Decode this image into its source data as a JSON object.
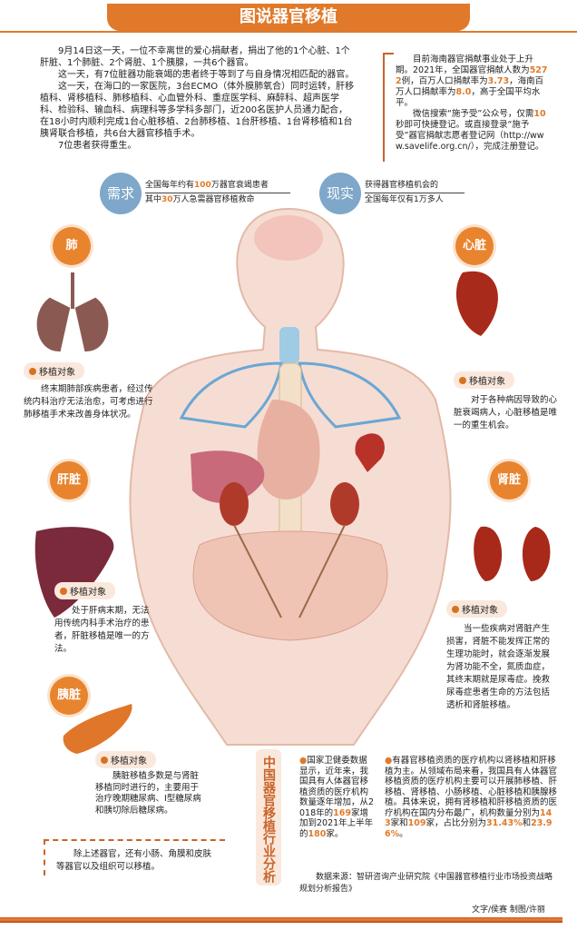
{
  "title": "图说器官移植",
  "intro": [
    "9月14日这一天，一位不幸离世的爱心捐献者，捐出了他的1个心脏、1个肝脏、1个肺脏、2个肾脏、1个胰腺，一共6个器官。",
    "这一天，有7位脏器功能衰竭的患者终于等到了与自身情况相匹配的器官。",
    "这一天，在海口的一家医院，3台ECMO（体外膜肺氧合）同时运转，肝移植科、肾移植科、肺移植科、心血管外科、重症医学科、麻醉科、超声医学科、检验科、输血科、病理科等多学科多部门，近200名医护人员通力配合，在18小时内顺利完成1台心脏移植、2台肺移植、1台肝移植、1台肾移植和1台胰肾联合移植，共6台大器官移植手术。",
    "7位患者获得重生。"
  ],
  "right_note": {
    "p1_a": "目前海南器官捐献事业处于上升期。2021年，全国器官捐献人数为",
    "p1_n1": "5272",
    "p1_b": "例，百万人口捐献率为",
    "p1_n2": "3.73",
    "p1_c": "，海南百万人口捐献率为",
    "p1_n3": "8.0",
    "p1_d": "，高于全国平均水平。",
    "p2_a": "微信搜索“施予受”公众号，仅需",
    "p2_n": "10",
    "p2_b": "秒即可快捷登记。或直接登录“施予受”器官捐献志愿者登记网（http://www.savelife.org.cn/），完成注册登记。"
  },
  "demand": {
    "label": "需求",
    "l1_a": "全国每年约有",
    "l1_n": "100",
    "l1_b": "万器官衰竭患者",
    "l2_a": "其中",
    "l2_n": "30",
    "l2_b": "万人急需器官移植救命"
  },
  "reality": {
    "label": "现实",
    "l1": "获得器官移植机会的",
    "l2": "全国每年仅有1万多人"
  },
  "organs": {
    "lung": {
      "name": "肺",
      "tag": "移植对象",
      "desc": "终末期肺部疾病患者，经过传统内科治疗无法治愈，可考虑进行肺移植手术来改善身体状况。"
    },
    "heart": {
      "name": "心脏",
      "tag": "移植对象",
      "desc": "对于各种病因导致的心脏衰竭病人，心脏移植是唯一的重生机会。"
    },
    "liver": {
      "name": "肝脏",
      "tag": "移植对象",
      "desc": "处于肝病末期，无法用传统内科手术治疗的患者，肝脏移植是唯一的方法。"
    },
    "kidney": {
      "name": "肾脏",
      "tag": "移植对象",
      "desc": "当一些疾病对肾脏产生损害，肾脏不能发挥正常的生理功能时，就会逐渐发展为肾功能不全，氮质血症，其终末期就是尿毒症。挽救尿毒症患者生命的方法包括透析和肾脏移植。"
    },
    "pancreas": {
      "name": "胰脏",
      "tag": "移植对象",
      "desc": "胰脏移植多数是与肾脏移植同时进行的，主要用于治疗晚期糖尿病、I型糖尿病和胰切除后糖尿病。"
    }
  },
  "other_note": "除上述器官，还有小肠、角膜和皮肤等器官以及组织可以移植。",
  "analysis": {
    "title": "中国器官移植行业分析",
    "c1_a": "国家卫健委数据显示，近年来，我国具有人体器官移植资质的医疗机构数量逐年增加，从2018年的",
    "c1_n1": "169",
    "c1_b": "家增加到2021年上半年的",
    "c1_n2": "180",
    "c1_c": "家。",
    "c2_a": "有器官移植资质的医疗机构以肾移植和肝移植为主。从领域布局来看，我国具有人体器官移植资质的医疗机构主要可以开展肺移植、肝移植、肾移植、小肠移植、心脏移植和胰腺移植。具体来说，拥有肾移植和肝移植资质的医疗机构在国内分布最广，机构数量分别为",
    "c2_n1": "143",
    "c2_b": "家和",
    "c2_n2": "109",
    "c2_c": "家，占比分别为",
    "c2_n3": "31.43%",
    "c2_d": "和",
    "c2_n4": "23.96%",
    "c2_e": "。",
    "source": "数据来源：智研咨询产业研究院《中国器官移植行业市场投资战略规划分析报告》"
  },
  "credit": "文字/侯赛 制图/许丽",
  "colors": {
    "accent": "#e07a2a",
    "blue": "#7ea7c9",
    "skin": "#f6ddd3"
  }
}
